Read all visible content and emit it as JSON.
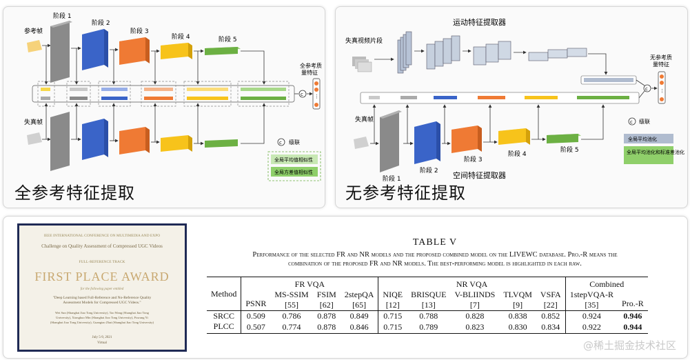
{
  "fr_panel": {
    "caption": "全参考特征提取",
    "reference_frame_label": "参考帧",
    "distorted_frame_label": "失真帧",
    "stages": [
      "阶段 1",
      "阶段 2",
      "阶段 3",
      "阶段 4",
      "阶段 5"
    ],
    "output_label_line1": "全参考质",
    "output_label_line2": "量特征",
    "concat_label": "级联",
    "legend": [
      "全局平均值相似性",
      "全局方差值相似性"
    ]
  },
  "nr_panel": {
    "caption": "无参考特征提取",
    "motion_title": "运动特征提取器",
    "spatial_title": "空间特征提取器",
    "clip_label": "失真视频片段",
    "distorted_frame_label": "失真帧",
    "stages": [
      "阶段 1",
      "阶段 2",
      "阶段 3",
      "阶段 4",
      "阶段 5"
    ],
    "output_label_line1": "无参考质",
    "output_label_line2": "量特征",
    "concat_label": "级联",
    "legend": [
      "全局平均池化",
      "全局平均池化和标准差池化"
    ]
  },
  "award": {
    "conference": "IEEE INTERNATIONAL CONFERENCE ON MULTIMEDIA AND EXPO",
    "challenge": "Challenge on Quality Assessment of Compressed UGC Videos",
    "track": "FULL-REFERENCE TRACK",
    "title": "FIRST PLACE AWARD",
    "subtitle": "for the following paper entitled",
    "paper_line1": "\"Deep Learning based Full-Reference and No-Reference Quality",
    "paper_line2": "Assessment Models for Compressed UGC Videos.\"",
    "authors_line1": "Wei Sun (Shanghai Jiao Tong University), Tao Wang (Shanghai Jiao Tong",
    "authors_line2": "University), Xiongkuo Min (Shanghai Jiao Tong University), Fuwang Yi",
    "authors_line3": "(Shanghai Jiao Tong University), Guangtao Zhai (Shanghai Jiao Tong University)",
    "date": "July 5-9, 2021",
    "venue": "Virtual"
  },
  "table": {
    "title": "TABLE V",
    "caption_line1": "Performance of the selected FR and NR models and the proposed combined model on the LIVEWC database. Pro.-R means the",
    "caption_line2": "combination of the proposed FR and NR models. The best-performing model is highlighted in each raw.",
    "method_header": "Method",
    "group_headers": [
      "FR VQA",
      "NR VQA",
      "Combined"
    ],
    "columns": [
      {
        "name": "PSNR",
        "ref": ""
      },
      {
        "name": "MS-SSIM",
        "ref": "[55]"
      },
      {
        "name": "FSIM",
        "ref": "[62]"
      },
      {
        "name": "2stepQA",
        "ref": "[65]"
      },
      {
        "name": "NIQE",
        "ref": "[12]"
      },
      {
        "name": "BRISQUE",
        "ref": "[13]"
      },
      {
        "name": "V-BLIINDS",
        "ref": "[7]"
      },
      {
        "name": "TLVQM",
        "ref": "[9]"
      },
      {
        "name": "VSFA",
        "ref": "[22]"
      },
      {
        "name": "1stepVQA-R",
        "ref": "[35]"
      },
      {
        "name": "Pro.-R",
        "ref": ""
      }
    ],
    "rows": [
      {
        "method": "SRCC",
        "values": [
          "0.509",
          "0.786",
          "0.878",
          "0.849",
          "0.715",
          "0.788",
          "0.828",
          "0.838",
          "0.852",
          "0.924",
          "0.946"
        ]
      },
      {
        "method": "PLCC",
        "values": [
          "0.507",
          "0.774",
          "0.878",
          "0.846",
          "0.715",
          "0.789",
          "0.823",
          "0.830",
          "0.834",
          "0.922",
          "0.944"
        ]
      }
    ]
  },
  "watermark": "@稀土掘金技术社区",
  "colors": {
    "stage1": "#8a8a8a",
    "stage2": "#3a64c8",
    "stage3": "#ef7a34",
    "stage4": "#f7c31b",
    "stage5": "#6cb043",
    "legend_green": "#8fcf6a",
    "award_border": "#1f2a55"
  }
}
